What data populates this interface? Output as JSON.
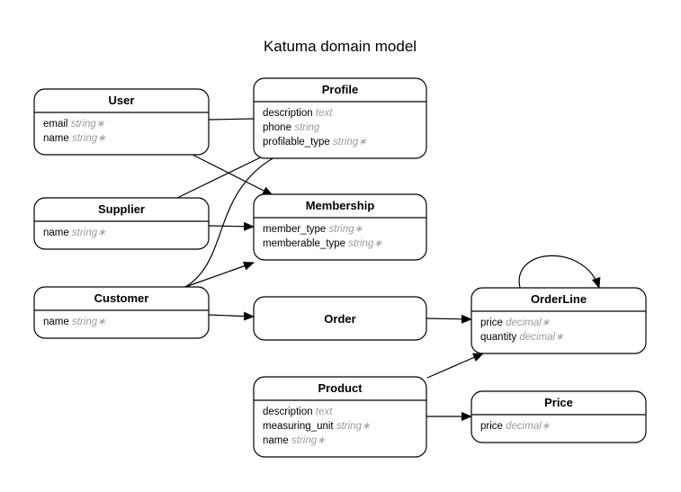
{
  "diagram": {
    "title": "Katuma domain model",
    "entities": [
      {
        "id": "user",
        "name": "User",
        "attributes": [
          {
            "name": "email",
            "type": "string∗"
          },
          {
            "name": "name",
            "type": "string∗"
          }
        ]
      },
      {
        "id": "profile",
        "name": "Profile",
        "attributes": [
          {
            "name": "description",
            "type": "text"
          },
          {
            "name": "phone",
            "type": "string"
          },
          {
            "name": "profilable_type",
            "type": "string∗"
          }
        ]
      },
      {
        "id": "supplier",
        "name": "Supplier",
        "attributes": [
          {
            "name": "name",
            "type": "string∗"
          }
        ]
      },
      {
        "id": "membership",
        "name": "Membership",
        "attributes": [
          {
            "name": "member_type",
            "type": "string∗"
          },
          {
            "name": "memberable_type",
            "type": "string∗"
          }
        ]
      },
      {
        "id": "customer",
        "name": "Customer",
        "attributes": [
          {
            "name": "name",
            "type": "string∗"
          }
        ]
      },
      {
        "id": "order",
        "name": "Order",
        "attributes": []
      },
      {
        "id": "orderline",
        "name": "OrderLine",
        "attributes": [
          {
            "name": "price",
            "type": "decimal∗"
          },
          {
            "name": "quantity",
            "type": "decimal∗"
          }
        ]
      },
      {
        "id": "product",
        "name": "Product",
        "attributes": [
          {
            "name": "description",
            "type": "text"
          },
          {
            "name": "measuring_unit",
            "type": "string∗"
          },
          {
            "name": "name",
            "type": "string∗"
          }
        ]
      },
      {
        "id": "price",
        "name": "Price",
        "attributes": [
          {
            "name": "price",
            "type": "decimal∗"
          }
        ]
      }
    ],
    "relationships": [
      {
        "from": "user",
        "to": "profile",
        "arrow": false
      },
      {
        "from": "user",
        "to": "membership",
        "arrow": true
      },
      {
        "from": "supplier",
        "to": "profile",
        "arrow": false
      },
      {
        "from": "supplier",
        "to": "membership",
        "arrow": true
      },
      {
        "from": "customer",
        "to": "profile",
        "arrow": false
      },
      {
        "from": "customer",
        "to": "membership",
        "arrow": true
      },
      {
        "from": "customer",
        "to": "order",
        "arrow": true
      },
      {
        "from": "order",
        "to": "orderline",
        "arrow": true
      },
      {
        "from": "orderline",
        "to": "orderline",
        "arrow": true
      },
      {
        "from": "product",
        "to": "orderline",
        "arrow": true
      },
      {
        "from": "product",
        "to": "price",
        "arrow": true
      }
    ]
  }
}
